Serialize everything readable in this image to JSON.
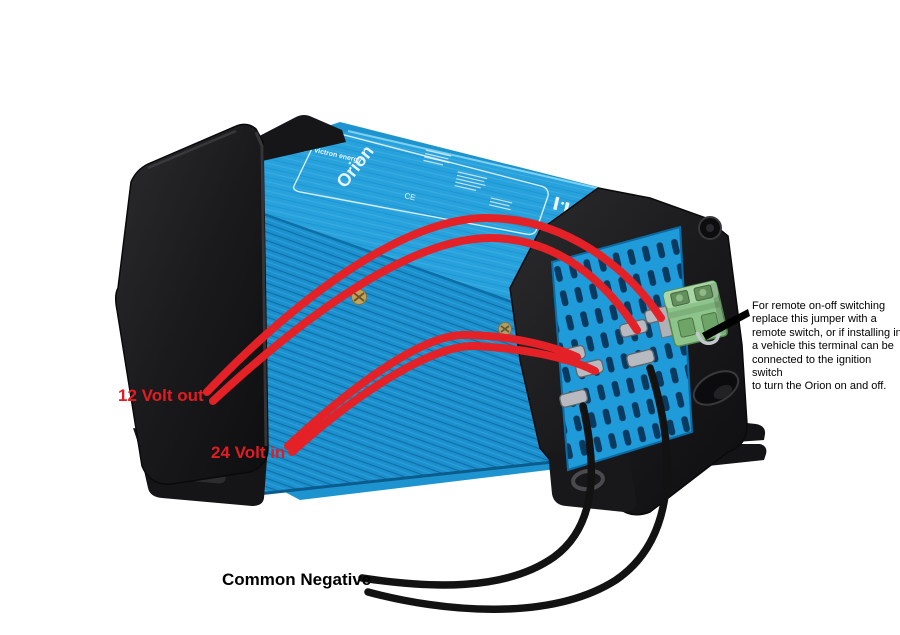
{
  "device": {
    "brand": "victron energy",
    "model": "Orion",
    "ce_mark": "CE"
  },
  "annotations": {
    "output_label": "12 Volt out",
    "input_label": "24 Volt in",
    "common_negative_label": "Common Negative",
    "remote_note": {
      "lines": [
        "For remote on-off switching",
        "replace this jumper with a",
        "remote switch, or if installing in",
        "a vehicle this terminal can be",
        "connected to the ignition switch",
        "to turn the Orion on and off."
      ]
    }
  },
  "colors": {
    "background": "#ffffff",
    "body_blue_top": "#28a2dc",
    "body_blue_side": "#1b90cf",
    "vent_panel_blue": "#1e9bd8",
    "vent_hole": "#0a3a60",
    "end_cap_black": "#1c1c1e",
    "wire_red": "#e32126",
    "wire_black": "#121212",
    "connector_green": "#8dc48b",
    "terminal_metal": "#b7bbc1",
    "annotation_red": "#e31b22",
    "annotation_black": "#000000"
  }
}
